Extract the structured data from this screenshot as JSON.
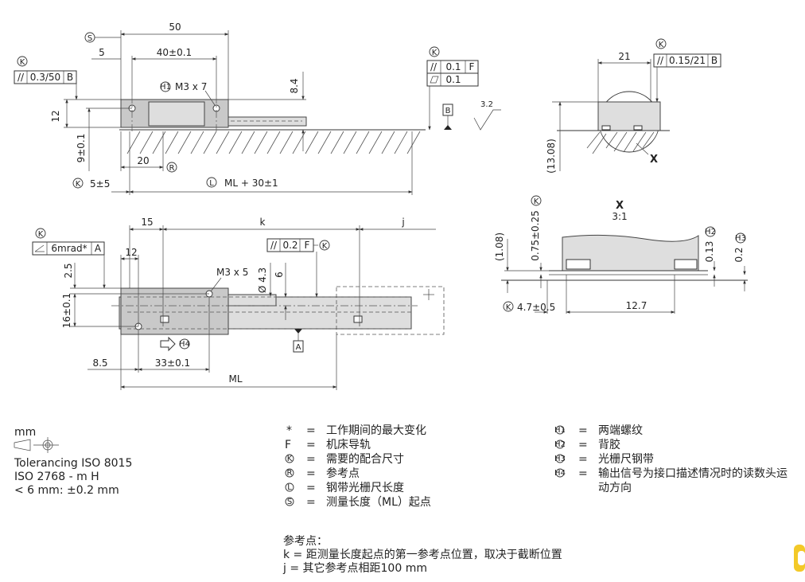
{
  "dims": {
    "d50": "50",
    "d5": "5",
    "d40": "40±0.1",
    "d84": "8.4",
    "d12": "12",
    "d9": "9±0.1",
    "d20": "20",
    "d5b": "5±5",
    "ml30": "ML + 30±1",
    "d21": "21",
    "d1308": "(13.08)",
    "d15": "15",
    "k": "k",
    "j": "j",
    "d12b": "12",
    "d25": "2.5",
    "d16": "16±0.1",
    "d43": "Ø 4.3",
    "d6": "6",
    "d85": "8.5",
    "d33": "33±0.1",
    "ml": "ML",
    "d108": "(1.08)",
    "d075": "0.75±0.25",
    "d013": "0.13",
    "d02": "0.2",
    "d47": "4.7±0.5",
    "d127": "12.7",
    "x": "X",
    "scale": "3:1",
    "rough": "3.2"
  },
  "callouts": {
    "m3x7": "M3 x 7",
    "m3x5": "M3 x 5",
    "tol1": "0.3/50",
    "tol1ref": "B",
    "tol2": "0.1",
    "tol2ref": "F",
    "tol2b": "0.1",
    "tol3": "0.15/21",
    "tol3ref": "B",
    "tol4": "6mrad*",
    "tol4ref": "A",
    "tol5": "0.2",
    "tol5ref": "F",
    "datumB": "B",
    "datumA": "A"
  },
  "symbols": {
    "K": "K",
    "S": "S",
    "R": "R",
    "L": "L",
    "H1": "H1",
    "H2": "H2",
    "H3": "H3",
    "H4": "H4"
  },
  "units": {
    "mm": "mm",
    "tol_line1": "Tolerancing ISO 8015",
    "tol_line2": "ISO 2768 - m H",
    "tol_line3": "< 6 mm: ±0.2 mm"
  },
  "legend_left": [
    {
      "sym": "*",
      "eq": "=",
      "text": "工作期间的最大变化"
    },
    {
      "sym": "F",
      "eq": "=",
      "text": "机床导轨"
    },
    {
      "sym": "K",
      "eq": "=",
      "text": "需要的配合尺寸"
    },
    {
      "sym": "R",
      "eq": "=",
      "text": "参考点"
    },
    {
      "sym": "L",
      "eq": "=",
      "text": "钢带光栅尺长度"
    },
    {
      "sym": "S",
      "eq": "=",
      "text": "测量长度（ML）起点"
    }
  ],
  "legend_right": [
    {
      "sym": "H1",
      "eq": "=",
      "text": "两端螺纹"
    },
    {
      "sym": "H2",
      "eq": "=",
      "text": "背胶"
    },
    {
      "sym": "H3",
      "eq": "=",
      "text": "光栅尺钢带"
    },
    {
      "sym": "H4",
      "eq": "=",
      "text": "输出信号为接口描述情况时的读数头运",
      "text2": "动方向"
    }
  ],
  "ref_points": {
    "title": "参考点：",
    "k_line": "k  = 距测量长度起点的第一参考点位置，取决于截断位置",
    "j_line": "j  = 其它参考点相距100 mm"
  }
}
